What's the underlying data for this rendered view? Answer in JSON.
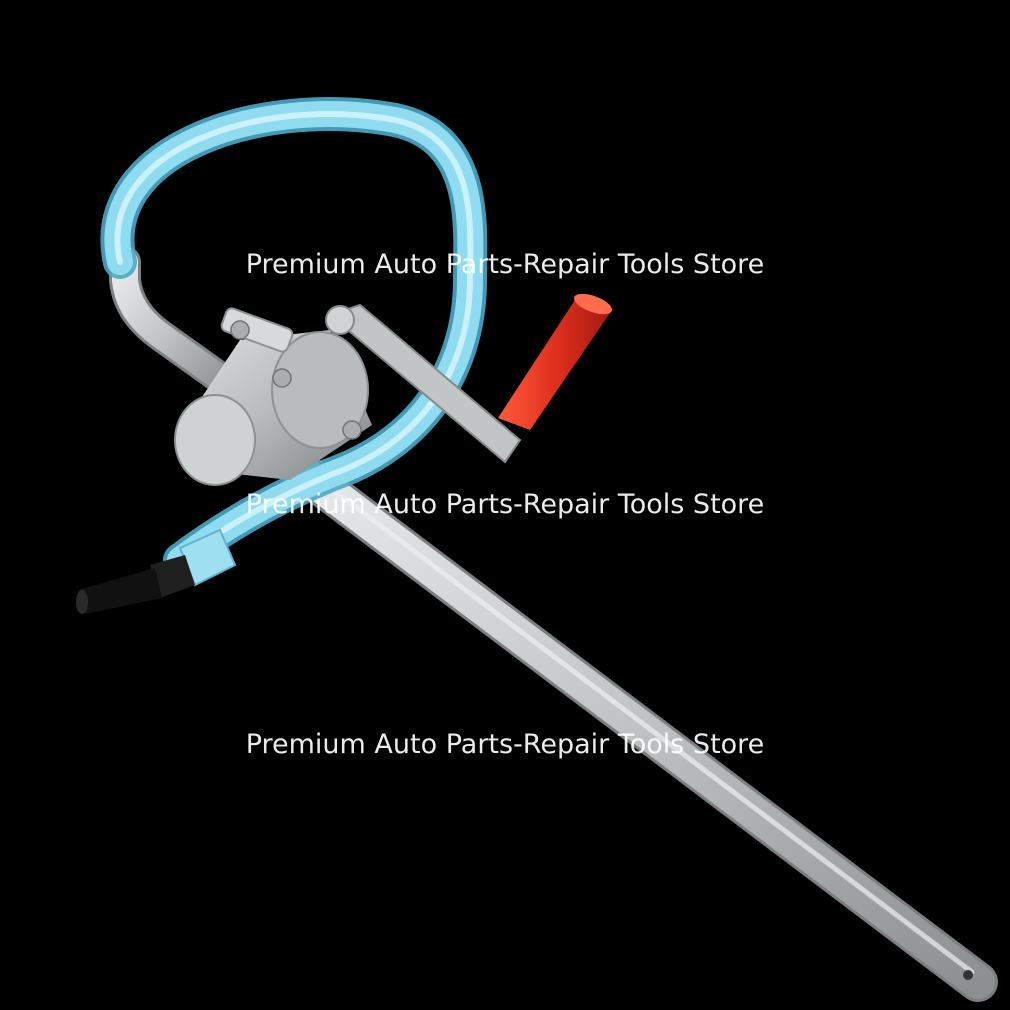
{
  "watermarks": [
    "Premium Auto Parts-Repair Tools Store",
    "Premium Auto Parts-Repair Tools Store",
    "Premium Auto Parts-Repair Tools Store"
  ],
  "colors": {
    "background": "#000000",
    "hose": "#7fd3ea",
    "metal": "#c9cbcc",
    "handle_grip": "#e0301e",
    "nozzle": "#1a1a1a"
  }
}
